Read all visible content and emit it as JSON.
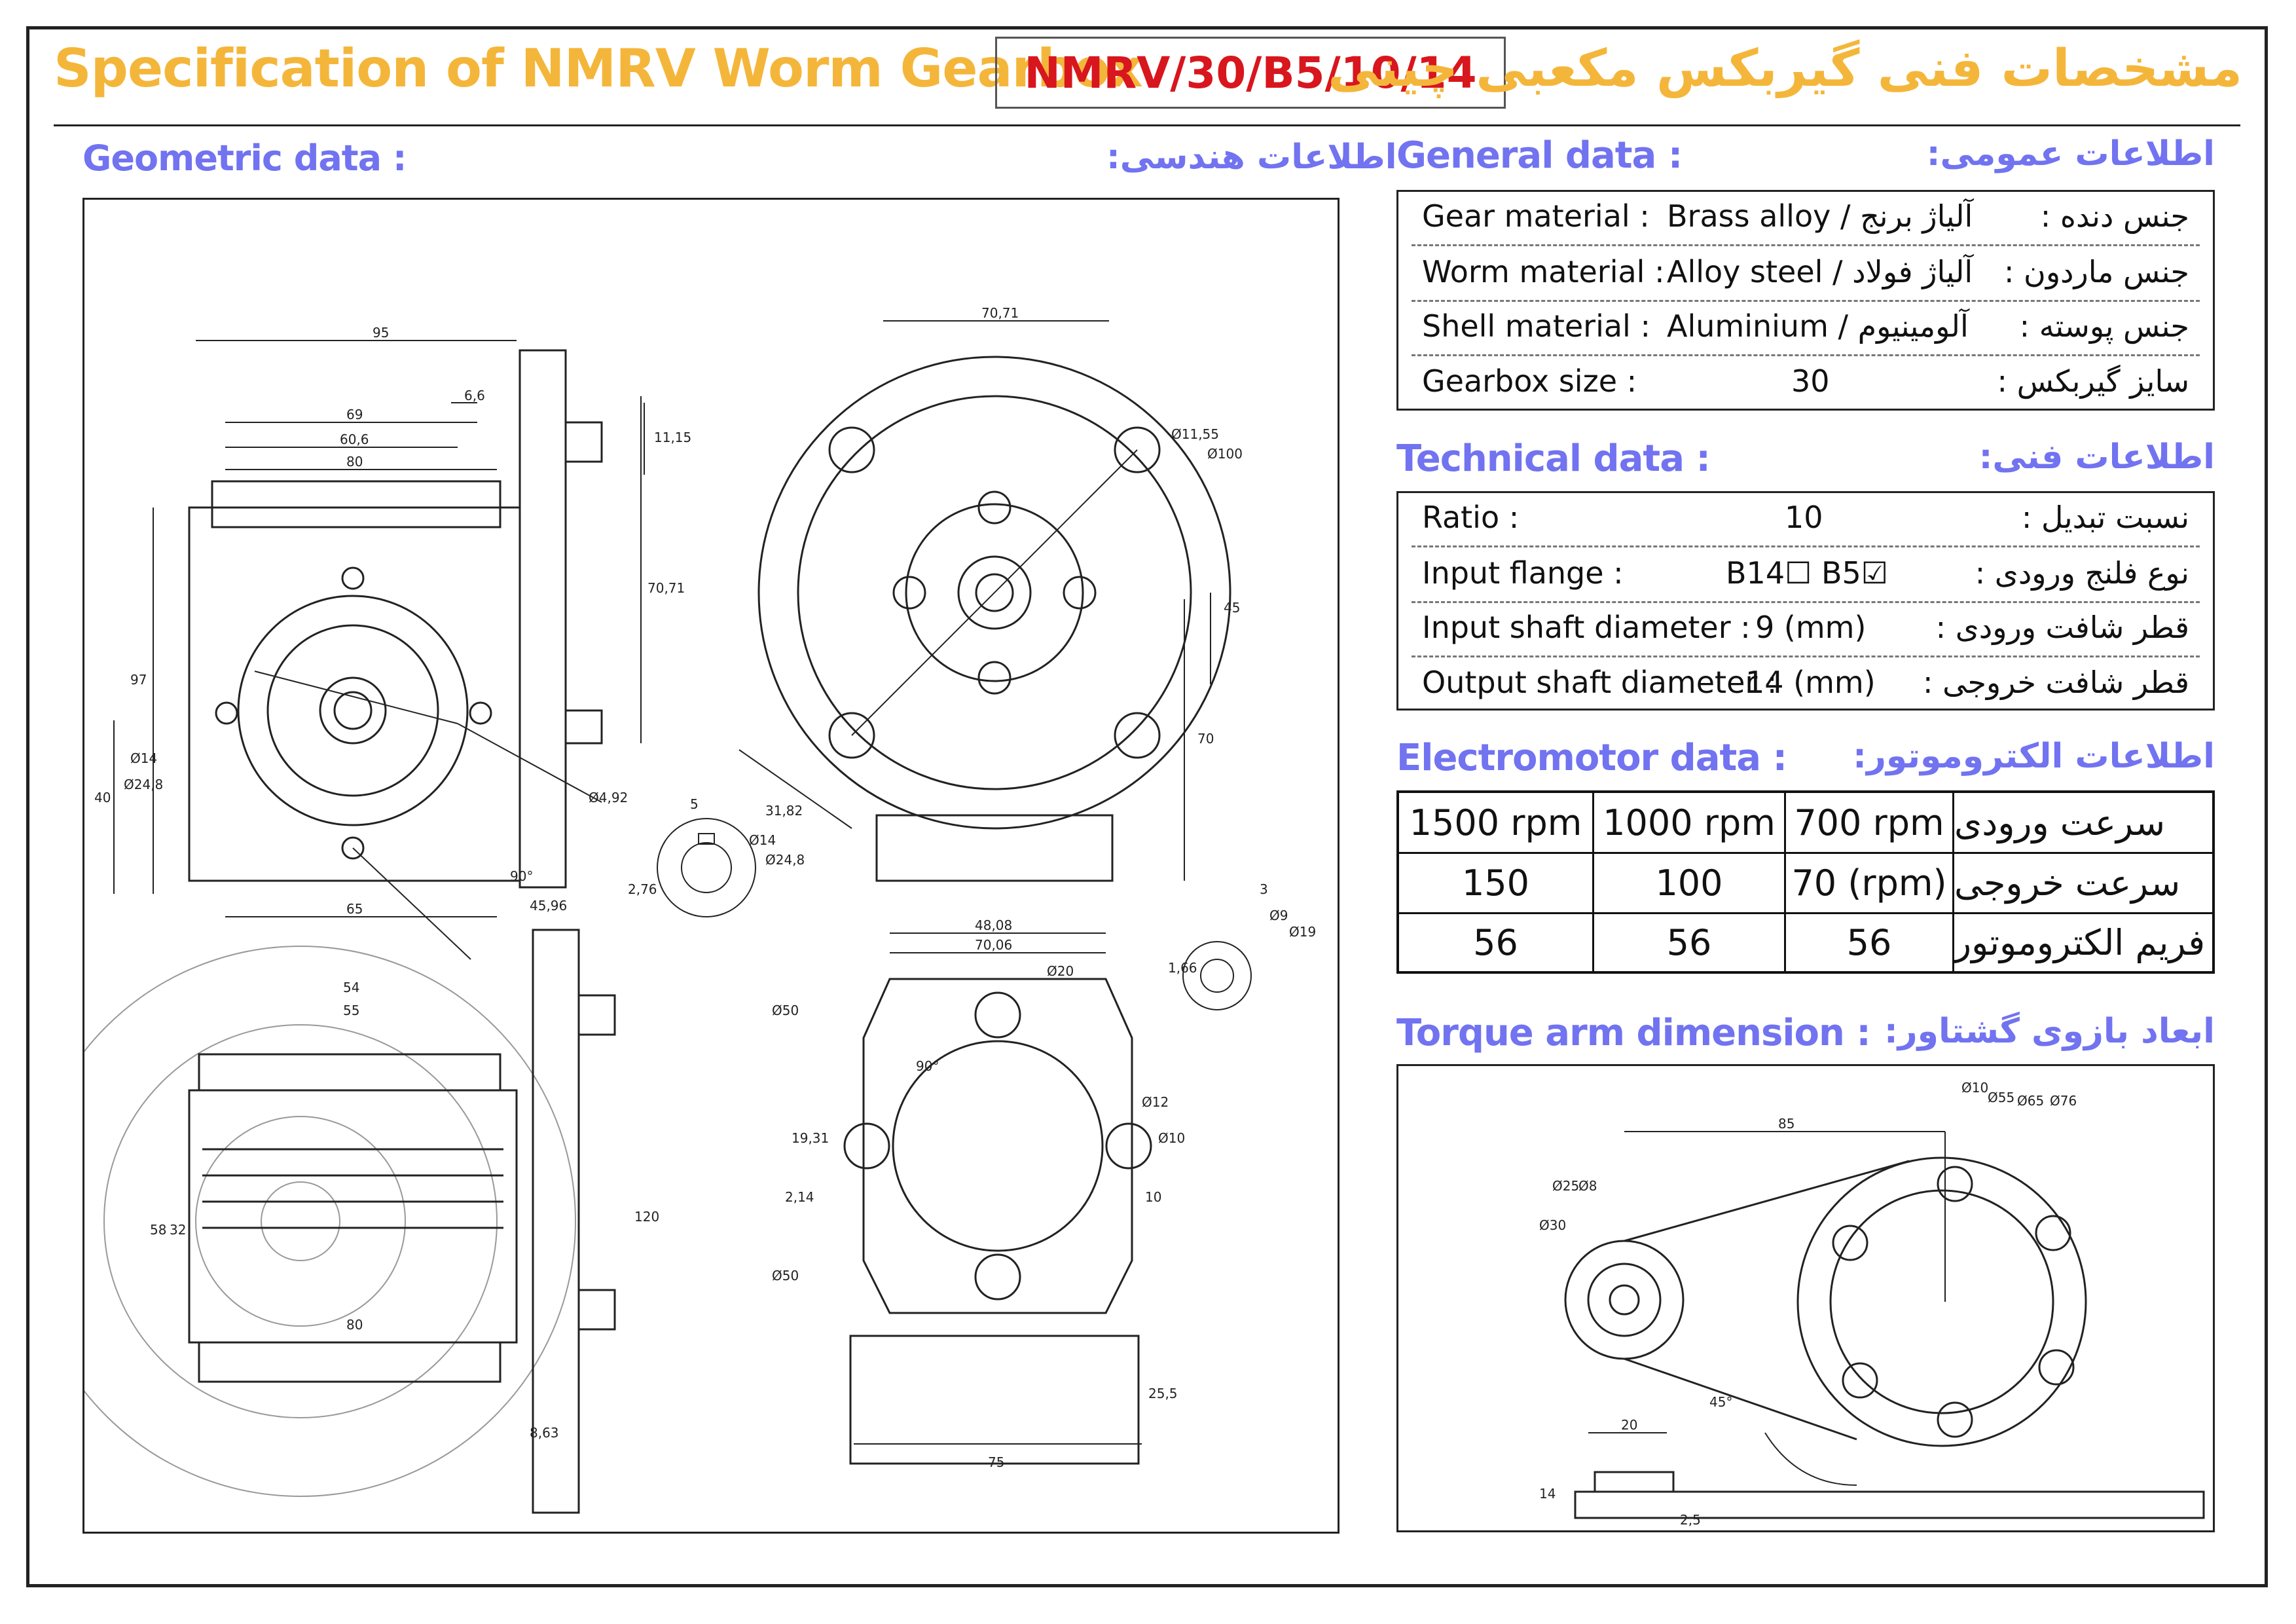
{
  "header": {
    "title_en": "Specification of NMRV Worm Gearbox",
    "model": "NMRV/30/B5/10/14",
    "title_fa": "مشخصات فنی گیربکس مکعبی چینی"
  },
  "sections": {
    "geometric_en": "Geometric data :",
    "geometric_fa": "اطلاعات هندسی:",
    "general_en": "General data :",
    "general_fa": "اطلاعات عمومی:",
    "technical_en": "Technical data :",
    "technical_fa": "اطلاعات فنی:",
    "motor_en": "Electromotor data :",
    "motor_fa": "اطلاعات الکتروموتور:",
    "torque_en": "Torque arm dimension :",
    "torque_fa": "ابعاد بازوی گشتاور:"
  },
  "general": [
    {
      "en": "Gear material :",
      "val": "Brass alloy / آلیاژ برنج",
      "fa": "جنس دنده :"
    },
    {
      "en": "Worm material :",
      "val": "Alloy steel / آلیاژ فولاد",
      "fa": "جنس ماردون :"
    },
    {
      "en": "Shell material :",
      "val": "Aluminium / آلومینیوم",
      "fa": "جنس پوسته :"
    },
    {
      "en": "Gearbox size :",
      "val": "30",
      "fa": "سایز گیربکس :"
    }
  ],
  "technical": [
    {
      "en": "Ratio :",
      "val": "10",
      "fa": "نسبت تبدیل :"
    },
    {
      "en": "Input flange :",
      "val": "B14☐ B5☑",
      "fa": "نوع فلنج ورودی :"
    },
    {
      "en": "Input shaft diameter :",
      "val": "9 (mm)",
      "fa": "قطر شافت ورودی :"
    },
    {
      "en": "Output shaft diameter :",
      "val": "14 (mm)",
      "fa": "قطر شافت خروجی :"
    }
  ],
  "motor": {
    "columns": [
      "1500 rpm",
      "1000 rpm",
      "700 rpm",
      "سرعت ورودی"
    ],
    "rows": [
      [
        "150",
        "100",
        "70 (rpm)",
        "سرعت خروجی"
      ],
      [
        "56",
        "56",
        "56",
        "فریم الکتروموتور"
      ]
    ]
  },
  "dims": {
    "side_top": [
      "95",
      "6,6",
      "69",
      "60,6",
      "80",
      "11,15"
    ],
    "side_mid": [
      "70,71",
      "97",
      "40",
      "Ø14",
      "Ø24,8",
      "Ø4,92",
      "65",
      "90°",
      "45,96"
    ],
    "key": [
      "5",
      "Ø14",
      "Ø24,8",
      "2,76"
    ],
    "front": [
      "70,71",
      "Ø11,55",
      "Ø100",
      "45",
      "70",
      "31,82"
    ],
    "small_key": [
      "3",
      "Ø9",
      "Ø19",
      "1,66"
    ],
    "bottom": [
      "54",
      "55",
      "58",
      "32",
      "120",
      "80",
      "8,63"
    ],
    "flange": [
      "48,08",
      "70,06",
      "Ø20",
      "Ø50",
      "90°",
      "19,31",
      "2,14",
      "Ø12",
      "Ø10",
      "10",
      "Ø50"
    ],
    "base": [
      "25,5",
      "75"
    ],
    "torque": [
      "85",
      "Ø10",
      "Ø55",
      "Ø65",
      "Ø76",
      "Ø25",
      "Ø8",
      "Ø30",
      "45°",
      "20",
      "14",
      "2,5"
    ]
  }
}
